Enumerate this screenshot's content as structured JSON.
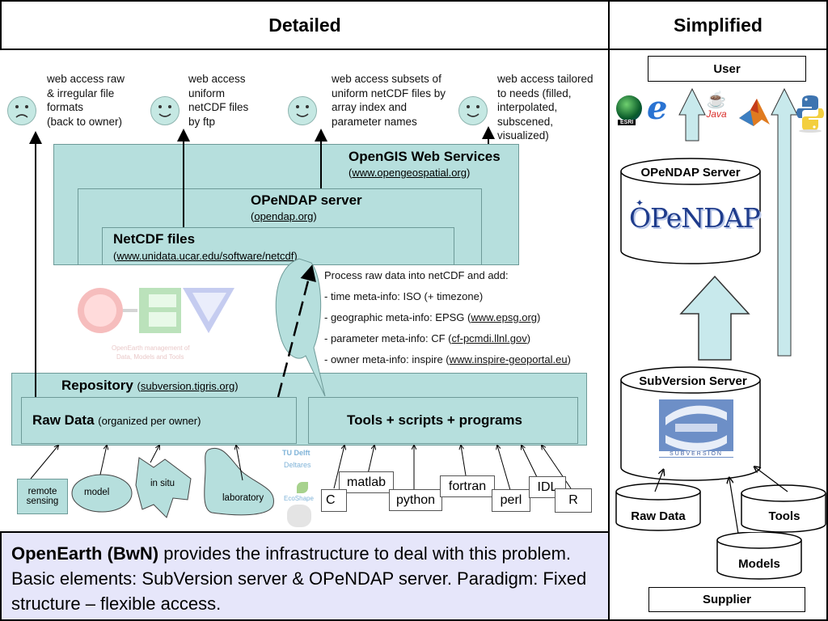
{
  "headers": {
    "detailed": "Detailed",
    "simplified": "Simplified"
  },
  "access": [
    {
      "text": "web access raw\n& irregular file\nformats\n(back to owner)",
      "face": "sad"
    },
    {
      "text": "web access\nuniform\nnetCDF files\nby ftp",
      "face": "smile"
    },
    {
      "text": "web access subsets of\nuniform netCDF files by\narray index and\nparameter names",
      "face": "smile"
    },
    {
      "text": "web access tailored\nto needs (filled,\ninterpolated,\nsubscened,\nvisualized)",
      "face": "smile"
    }
  ],
  "services": {
    "ogc": {
      "title": "OpenGIS Web Services",
      "url": "www.opengeospatial.org"
    },
    "opendap": {
      "title": "OPeNDAP server",
      "url": "opendap.org"
    },
    "netcdf": {
      "title": "NetCDF files",
      "url": "www.unidata.ucar.edu/software/netcdf"
    }
  },
  "process": {
    "intro": "Process raw data into netCDF and add:",
    "lines": [
      {
        "pre": "- time meta-info: ISO (+ timezone)",
        "link": "",
        "post": ""
      },
      {
        "pre": "- geographic meta-info: EPSG (",
        "link": "www.epsg.org",
        "post": ")"
      },
      {
        "pre": "- parameter meta-info: CF (",
        "link": "cf-pcmdi.llnl.gov",
        "post": ")"
      },
      {
        "pre": "- owner meta-info: inspire (",
        "link": "www.inspire-geoportal.eu",
        "post": ")"
      }
    ]
  },
  "oet_logo": {
    "line1": "OpenEarth management of",
    "line2": "Data, Models and Tools"
  },
  "repository": {
    "title": "Repository",
    "url": "subversion.tigris.org",
    "raw_title": "Raw Data",
    "raw_note": "(organized per owner)",
    "tools_title": "Tools + scripts + programs"
  },
  "sources": [
    "remote\nsensing",
    "model",
    "in situ",
    "laboratory"
  ],
  "tools": [
    "matlab",
    "C",
    "python",
    "fortran",
    "perl",
    "IDL",
    "R"
  ],
  "side_logos": [
    "TU Delft",
    "Deltares",
    "EcoShape"
  ],
  "simplified": {
    "user": "User",
    "opendap_server": "OPeNDAP Server",
    "opendap_logo": "OPeNDAP",
    "svn_server": "SubVersion Server",
    "svn_logo": "SUBVERSION",
    "raw": "Raw Data",
    "tools": "Tools",
    "models": "Models",
    "supplier": "Supplier",
    "clients": [
      "esri-logo-icon",
      "ie-icon",
      "java-icon",
      "matlab-icon",
      "python-icon"
    ],
    "client_texts": {
      "esri": "ESRI",
      "java": "Java"
    }
  },
  "caption": {
    "bold": "OpenEarth (BwN)",
    "rest": " provides the infrastructure to deal with this problem. Basic elements: SubVersion server & OPeNDAP server. Paradigm: Fixed structure – flexible access."
  },
  "colors": {
    "teal": "#b6dfdd",
    "caption_bg": "#e6e6fa"
  }
}
